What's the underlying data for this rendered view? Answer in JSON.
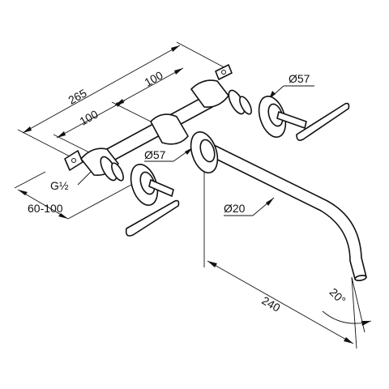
{
  "dimensions": {
    "overall_length": "265",
    "center_distance_top": "100",
    "center_distance_left": "100",
    "rosette_diameter_right": "Ø57",
    "rosette_diameter_center": "Ø57",
    "thread": "G½",
    "wall_depth": "60-100",
    "spout_diameter": "Ø20",
    "spout_projection": "240",
    "spout_angle": "20°"
  },
  "colors": {
    "line": "#111111",
    "background": "#ffffff"
  }
}
